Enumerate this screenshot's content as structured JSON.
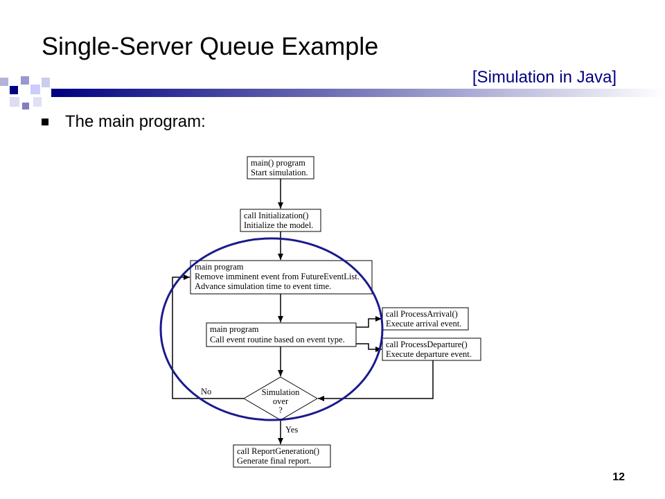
{
  "slide": {
    "title": "Single-Server Queue Example",
    "subtitle": "[Simulation in Java]",
    "bullet": "The main program:",
    "page_number": "12",
    "accent_color": "#000080"
  },
  "flowchart": {
    "start": {
      "line1": "main() program",
      "line2": "Start simulation."
    },
    "init": {
      "line1": "call Initialization()",
      "line2": "Initialize the model."
    },
    "remove": {
      "line1": "main program",
      "line2": "Remove imminent event from FutureEventList.",
      "line3": "Advance simulation time to event time."
    },
    "dispatch": {
      "line1": "main program",
      "line2": "Call event routine based on event type."
    },
    "arrival": {
      "line1": "call ProcessArrival()",
      "line2": "Execute arrival event."
    },
    "departure": {
      "line1": "call ProcessDeparture()",
      "line2": "Execute departure event."
    },
    "decision": {
      "line1": "Simulation",
      "line2": "over",
      "line3": "?"
    },
    "no_label": "No",
    "yes_label": "Yes",
    "report": {
      "line1": "call ReportGeneration()",
      "line2": "Generate final report."
    }
  }
}
